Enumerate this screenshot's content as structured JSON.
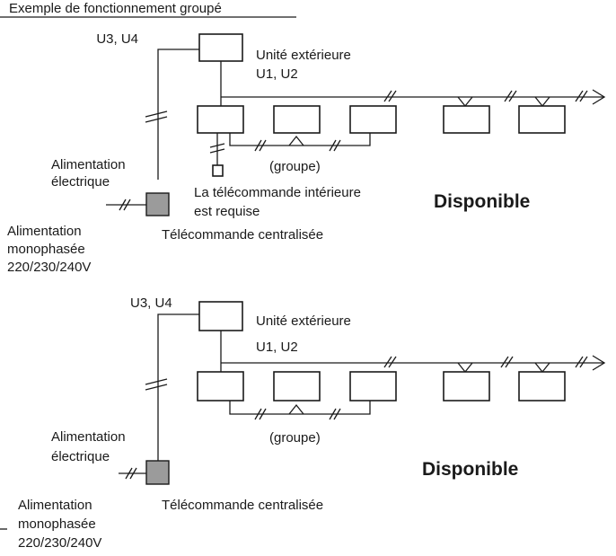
{
  "title": "Exemple de fonctionnement groupé",
  "diagrams": [
    {
      "remote_bus_label": "U3, U4",
      "outdoor_unit_label": "Unité extérieure",
      "indoor_bus_label": "U1, U2",
      "group_label": "(groupe)",
      "power_supply_label": [
        "Alimentation",
        "électrique"
      ],
      "indoor_remote_note": [
        "La télécommande intérieure",
        "est requise"
      ],
      "status_label": "Disponible",
      "mains_label": [
        "Alimentation",
        "monophasée",
        "220/230/240V"
      ],
      "central_remote_label": "Télécommande centralisée"
    },
    {
      "remote_bus_label": "U3, U4",
      "outdoor_unit_label": "Unité extérieure",
      "indoor_bus_label": "U1, U2",
      "group_label": "(groupe)",
      "power_supply_label": [
        "Alimentation",
        "électrique"
      ],
      "status_label": "Disponible",
      "mains_label": [
        "Alimentation",
        "monophasée",
        "220/230/240V"
      ],
      "central_remote_label": "Télécommande centralisée"
    }
  ]
}
